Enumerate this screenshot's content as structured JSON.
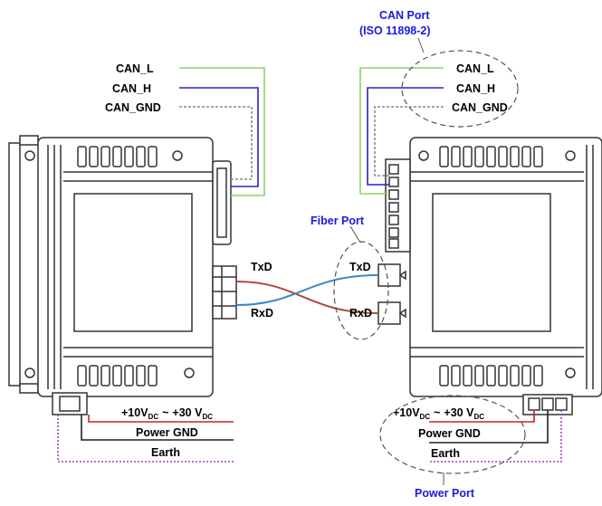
{
  "annotations": {
    "can_port_line1": "CAN Port",
    "can_port_line2": "(ISO 11898-2)",
    "fiber_port": "Fiber Port",
    "power_port": "Power Port"
  },
  "left_signals": {
    "can_l": "CAN_L",
    "can_h": "CAN_H",
    "can_gnd": "CAN_GND",
    "txd": "TxD",
    "rxd": "RxD"
  },
  "right_signals": {
    "can_l": "CAN_L",
    "can_h": "CAN_H",
    "can_gnd": "CAN_GND",
    "txd": "TxD",
    "rxd": "RxD"
  },
  "left_power": {
    "v_low": "+10V",
    "v_low_sub": "DC",
    "tilde": "~",
    "v_high": "+30 V",
    "v_high_sub": "DC",
    "gnd": "Power GND",
    "earth": "Earth"
  },
  "right_power": {
    "v_low": "+10V",
    "v_low_sub": "DC",
    "tilde": "~",
    "v_high": "+30 V",
    "v_high_sub": "DC",
    "gnd": "Power GND",
    "earth": "Earth"
  },
  "colors": {
    "can_l_wire": "#8fd16a",
    "can_h_wire": "#2424c8",
    "can_gnd_wire": "#8a8a8a",
    "txd_fiber": "#b04a3a",
    "rxd_fiber": "#3a86c8",
    "power_plus_wire": "#d02020",
    "earth_wire": "#a040c0",
    "annotation_blue": "#1a1adf",
    "device_outline": "#333333"
  }
}
